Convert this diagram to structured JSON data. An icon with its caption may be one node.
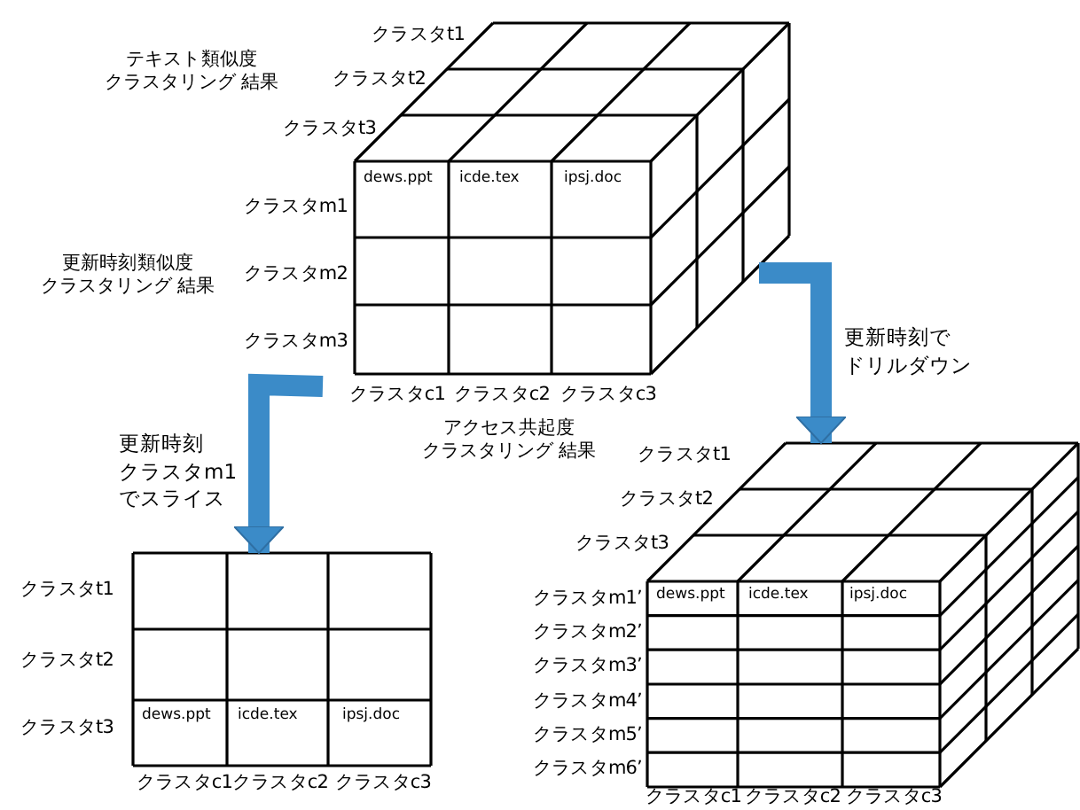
{
  "diagram": {
    "nodes": [
      {
        "text": [],
        "shape": "cube"
      },
      {
        "text": [],
        "shape": "box"
      },
      {
        "text": [],
        "shape": "cube"
      }
    ],
    "edges": [
      {
        "from": 0,
        "to": 1,
        "arrow": "to",
        "label": "更新時刻クラスタm1でスライス"
      },
      {
        "from": 0,
        "to": 2,
        "arrow": "to",
        "label": "更新時刻でドリルダウン"
      }
    ],
    "labels": [
      "クラスタt1",
      "テキスト類似度クラスタリング 結果",
      "クラスタt2",
      "クラスタt3",
      "dews.ppt",
      "icde.tex",
      "ipsj.doc",
      "クラスタm1",
      "更新時刻類似度クラスタリング 結果",
      "クラスタm2",
      "クラスタm3",
      "クラスタc1",
      "クラスタc2",
      "クラスタc3",
      "アクセス共起度クラスタリング 結果",
      "クラスタt1",
      "クラスタt2",
      "クラスタt3",
      "クラスタm1’",
      "クラスタm2’",
      "クラスタm3’",
      "クラスタm4’",
      "クラスタm5’",
      "クラスタm6’",
      "dews.ppt",
      "icde.tex",
      "ipsj.doc",
      "クラスタc1",
      "クラスタc2",
      "クラスタc3",
      "クラスタt1",
      "クラスタt2",
      "クラスタt3",
      "dews.ppt",
      "icde.tex",
      "ipsj.doc",
      "クラスタc1",
      "クラスタc2",
      "クラスタc3"
    ]
  }
}
